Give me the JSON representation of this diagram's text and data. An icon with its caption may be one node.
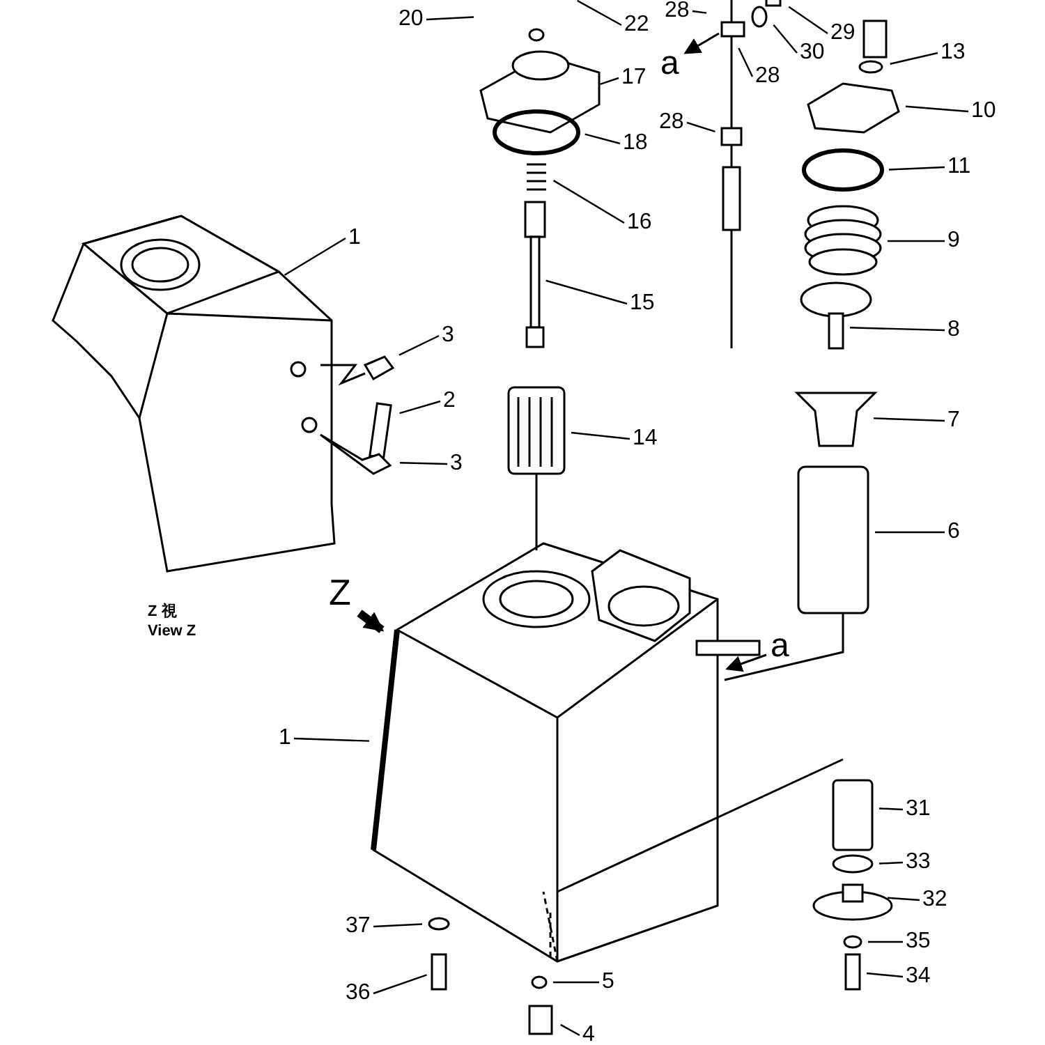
{
  "diagram": {
    "nodes": [
      {
        "text": [
          "28"
        ]
      },
      {
        "text": [
          "20"
        ]
      },
      {
        "text": [
          "22"
        ]
      },
      {
        "text": [
          "29"
        ]
      },
      {
        "text": [
          "13"
        ]
      },
      {
        "text": [
          "30"
        ]
      },
      {
        "text": [
          "28"
        ]
      },
      {
        "text": [
          "17"
        ]
      },
      {
        "text": [
          "10"
        ]
      },
      {
        "text": [
          "28"
        ]
      },
      {
        "text": [
          "18"
        ]
      },
      {
        "text": [
          "11"
        ]
      },
      {
        "text": [
          "16"
        ]
      },
      {
        "text": [
          "1"
        ]
      },
      {
        "text": [
          "9"
        ]
      },
      {
        "text": [
          "15"
        ]
      },
      {
        "text": [
          "8"
        ]
      },
      {
        "text": [
          "3"
        ]
      },
      {
        "text": [
          "2"
        ]
      },
      {
        "text": [
          "7"
        ]
      },
      {
        "text": [
          "14"
        ]
      },
      {
        "text": [
          "3"
        ]
      },
      {
        "text": [
          "6"
        ]
      },
      {
        "text": [
          "1"
        ]
      },
      {
        "text": [
          "31"
        ]
      },
      {
        "text": [
          "33"
        ]
      },
      {
        "text": [
          "32"
        ]
      },
      {
        "text": [
          "37"
        ]
      },
      {
        "text": [
          "35"
        ]
      },
      {
        "text": [
          "34"
        ]
      },
      {
        "text": [
          "5"
        ]
      },
      {
        "text": [
          "36"
        ]
      },
      {
        "text": [
          "4"
        ]
      }
    ],
    "edges": [
      {
        "from": 0,
        "to": null,
        "arrow": "none"
      },
      {
        "from": 1,
        "to": null,
        "arrow": "none"
      },
      {
        "from": 2,
        "to": null,
        "arrow": "none"
      },
      {
        "from": 3,
        "to": null,
        "arrow": "none"
      },
      {
        "from": 4,
        "to": null,
        "arrow": "none"
      },
      {
        "from": 5,
        "to": null,
        "arrow": "none"
      },
      {
        "from": 6,
        "to": null,
        "arrow": "none"
      },
      {
        "from": 7,
        "to": null,
        "arrow": "none"
      },
      {
        "from": 8,
        "to": null,
        "arrow": "none"
      },
      {
        "from": 9,
        "to": null,
        "arrow": "none"
      },
      {
        "from": 10,
        "to": null,
        "arrow": "none"
      },
      {
        "from": 11,
        "to": null,
        "arrow": "none"
      },
      {
        "from": 12,
        "to": null,
        "arrow": "none"
      },
      {
        "from": 13,
        "to": null,
        "arrow": "none"
      },
      {
        "from": 14,
        "to": null,
        "arrow": "none"
      },
      {
        "from": 15,
        "to": null,
        "arrow": "none"
      },
      {
        "from": 16,
        "to": null,
        "arrow": "none"
      },
      {
        "from": 17,
        "to": null,
        "arrow": "none"
      },
      {
        "from": 18,
        "to": null,
        "arrow": "none"
      },
      {
        "from": 19,
        "to": null,
        "arrow": "none"
      },
      {
        "from": 20,
        "to": null,
        "arrow": "none"
      },
      {
        "from": 21,
        "to": null,
        "arrow": "none"
      },
      {
        "from": 22,
        "to": null,
        "arrow": "none"
      },
      {
        "from": 23,
        "to": null,
        "arrow": "none"
      },
      {
        "from": 24,
        "to": null,
        "arrow": "none"
      },
      {
        "from": 25,
        "to": null,
        "arrow": "none"
      },
      {
        "from": 26,
        "to": null,
        "arrow": "none"
      },
      {
        "from": 27,
        "to": null,
        "arrow": "none"
      },
      {
        "from": 28,
        "to": null,
        "arrow": "none"
      },
      {
        "from": 29,
        "to": null,
        "arrow": "none"
      },
      {
        "from": 30,
        "to": null,
        "arrow": "none"
      },
      {
        "from": 31,
        "to": null,
        "arrow": "none"
      },
      {
        "from": 32,
        "to": null,
        "arrow": "none"
      }
    ],
    "labels": [
      "a",
      "Z",
      "Z 視",
      "View Z",
      "a"
    ]
  }
}
